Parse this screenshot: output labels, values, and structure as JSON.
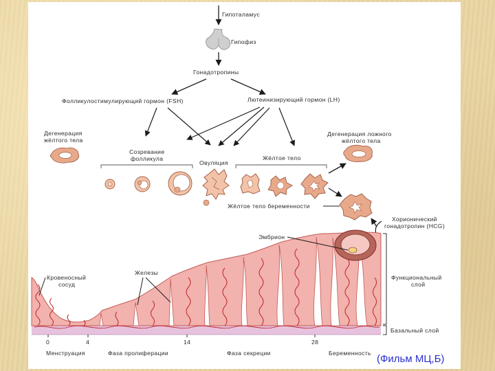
{
  "labels": {
    "hypothalamus": "Гипоталамус",
    "pituitary": "Гипофиз",
    "gonadotropins": "Гонадотропины",
    "fsh": "Фолликулостимулирующий гормон (FSH)",
    "lh": "Лютеинизирующий гормон (LH)",
    "corpus_luteum_degeneration": [
      "Дегенерация",
      "жёлтого тела"
    ],
    "follicle_maturation": [
      "Созревание",
      "фолликула"
    ],
    "ovulation": "Овуляция",
    "corpus_luteum": "Жёлтое тело",
    "false_corpus_luteum_degeneration": [
      "Дегенерация ложного",
      "жёлтого тела"
    ],
    "pregnancy_corpus_luteum": "Жёлтое тело беременности",
    "hcg": [
      "Хорионический",
      "гонадотропин (HCG)"
    ],
    "embryo": "Эмбрион",
    "glands": "Железы",
    "blood_vessel": [
      "Кровеносный",
      "сосуд"
    ],
    "functional_layer": [
      "Функциональный",
      "слой"
    ],
    "basal_layer": "Базальный слой"
  },
  "timeline": {
    "days": [
      "0",
      "4",
      "14",
      "28"
    ],
    "phases": [
      "Менструация",
      "Фаза пролиферации",
      "Фаза секреции",
      "Беременность"
    ]
  },
  "caption": "(Фильм МЦ,Б)",
  "colors": {
    "tissue": "#f2b2ad",
    "tissue_dark": "#c25a55",
    "vessel": "#c0262a",
    "basal": "#e7c2df",
    "corpus": "#e7a98a"
  }
}
